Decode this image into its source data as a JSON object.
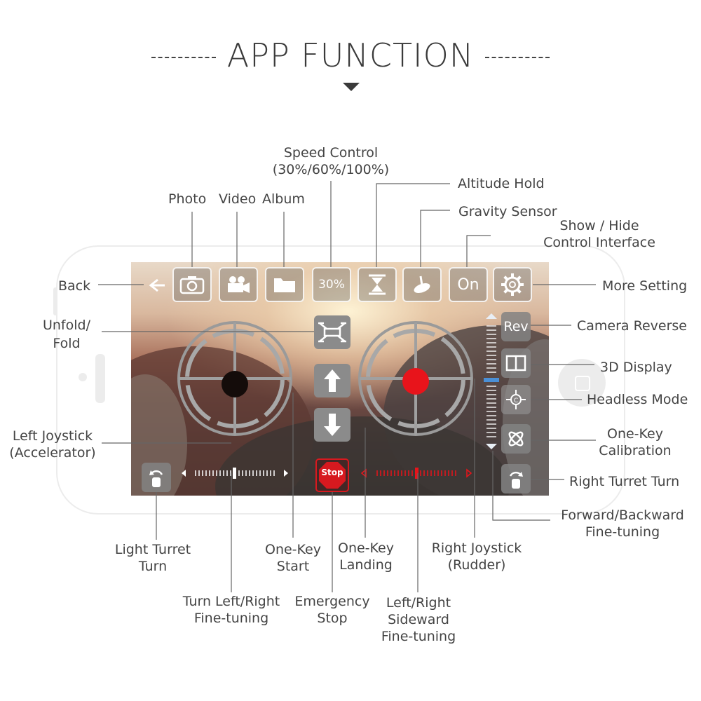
{
  "page": {
    "title": "APP FUNCTION"
  },
  "buttons": {
    "speed": "30%",
    "show_hide": "On",
    "camera_reverse": "Rev",
    "stop": "Stop"
  },
  "labels": {
    "speed_control": "Speed Control",
    "speed_control_values": "(30%/60%/100%)",
    "altitude_hold": "Altitude Hold",
    "gravity_sensor": "Gravity Sensor",
    "photo": "Photo",
    "video": "Video",
    "album": "Album",
    "show_hide_1": "Show / Hide",
    "show_hide_2": "Control Interface",
    "back": "Back",
    "more_setting": "More Setting",
    "unfold_1": "Unfold/",
    "unfold_2": "Fold",
    "camera_reverse": "Camera Reverse",
    "display_3d": "3D Display",
    "headless_mode": "Headless Mode",
    "calibration_1": "One-Key",
    "calibration_2": "Calibration",
    "left_joystick_1": "Left Joystick",
    "left_joystick_2": "(Accelerator)",
    "right_turret_turn": "Right Turret Turn",
    "forward_backward_1": "Forward/Backward",
    "forward_backward_2": "Fine-tuning",
    "light_turret_1": "Light Turret",
    "light_turret_2": "Turn",
    "one_key_start_1": "One-Key",
    "one_key_start_2": "Start",
    "one_key_landing_1": "One-Key",
    "one_key_landing_2": "Landing",
    "right_joystick_1": "Right Joystick",
    "right_joystick_2": "(Rudder)",
    "turn_fine_1": "Turn Left/Right",
    "turn_fine_2": "Fine-tuning",
    "emergency_1": "Emergency",
    "emergency_2": "Stop",
    "sideward_1": "Left/Right",
    "sideward_2": "Sideward",
    "sideward_3": "Fine-tuning"
  },
  "colors": {
    "accent_red": "#e8141b",
    "stop_red": "#d7191f",
    "text": "#444444",
    "trim_blue": "#4a8fd6"
  },
  "icons": [
    "back-arrow-icon",
    "camera-icon",
    "video-camera-icon",
    "folder-icon",
    "altitude-hold-icon",
    "gravity-sensor-icon",
    "gear-icon",
    "unfold-icon",
    "arrow-up-icon",
    "arrow-down-icon",
    "3d-display-icon",
    "headless-mode-icon",
    "calibration-icon",
    "turret-turn-icon",
    "stop-icon"
  ]
}
